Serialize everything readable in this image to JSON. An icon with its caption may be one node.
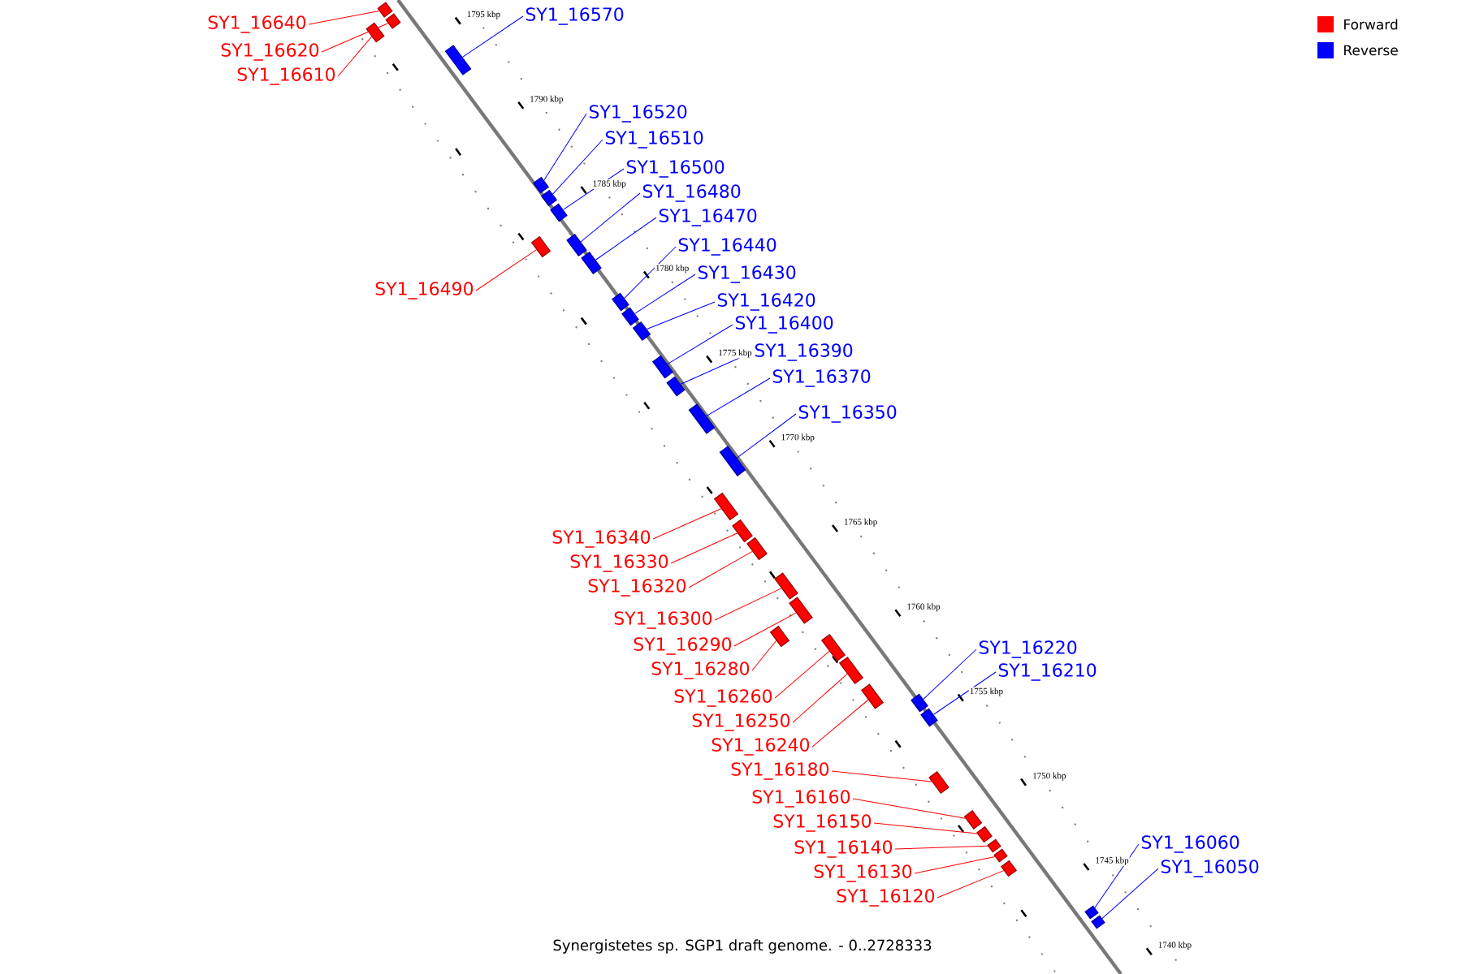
{
  "diagram": {
    "caption": "Synergistetes sp. SGP1 draft genome. - 0..2728333",
    "nodes": [
      {
        "text": [
          "SY1_16640"
        ]
      },
      {
        "text": [
          "SY1_16570"
        ]
      },
      {
        "text": [
          "SY1_16620"
        ]
      },
      {
        "text": [
          "SY1_16610"
        ]
      },
      {
        "text": [
          "SY1_16520"
        ]
      },
      {
        "text": [
          "SY1_16510"
        ]
      },
      {
        "text": [
          "SY1_16500"
        ]
      },
      {
        "text": [
          "SY1_16480"
        ]
      },
      {
        "text": [
          "SY1_16470"
        ]
      },
      {
        "text": [
          "SY1_16440"
        ]
      },
      {
        "text": [
          "SY1_16430"
        ]
      },
      {
        "text": [
          "SY1_16490"
        ]
      },
      {
        "text": [
          "SY1_16420"
        ]
      },
      {
        "text": [
          "SY1_16400"
        ]
      },
      {
        "text": [
          "SY1_16390"
        ]
      },
      {
        "text": [
          "SY1_16370"
        ]
      },
      {
        "text": [
          "SY1_16350"
        ]
      },
      {
        "text": [
          "SY1_16340"
        ]
      },
      {
        "text": [
          "SY1_16330"
        ]
      },
      {
        "text": [
          "SY1_16320"
        ]
      },
      {
        "text": [
          "SY1_16300"
        ]
      },
      {
        "text": [
          "SY1_16290"
        ]
      },
      {
        "text": [
          "SY1_16220"
        ]
      },
      {
        "text": [
          "SY1_16280"
        ]
      },
      {
        "text": [
          "SY1_16210"
        ]
      },
      {
        "text": [
          "SY1_16260"
        ]
      },
      {
        "text": [
          "SY1_16250"
        ]
      },
      {
        "text": [
          "SY1_16240"
        ]
      },
      {
        "text": [
          "SY1_16180"
        ]
      },
      {
        "text": [
          "SY1_16160"
        ]
      },
      {
        "text": [
          "SY1_16150"
        ]
      },
      {
        "text": [
          "SY1_16060"
        ]
      },
      {
        "text": [
          "SY1_16140"
        ]
      },
      {
        "text": [
          "SY1_16050"
        ]
      },
      {
        "text": [
          "SY1_16130"
        ]
      },
      {
        "text": [
          "SY1_16120"
        ]
      },
      {
        "text": [],
        "shape": "box"
      },
      {
        "text": [],
        "shape": "box"
      },
      {
        "text": [],
        "shape": "box"
      },
      {
        "text": [],
        "shape": "box"
      },
      {
        "text": [],
        "shape": "box"
      },
      {
        "text": [],
        "shape": "box"
      },
      {
        "text": [],
        "shape": "box"
      },
      {
        "text": [],
        "shape": "box"
      },
      {
        "text": [],
        "shape": "box"
      },
      {
        "text": [],
        "shape": "box"
      },
      {
        "text": [],
        "shape": "box"
      },
      {
        "text": [],
        "shape": "box"
      },
      {
        "text": [],
        "shape": "box"
      },
      {
        "text": [],
        "shape": "box"
      },
      {
        "text": [],
        "shape": "box"
      },
      {
        "text": [],
        "shape": "box"
      },
      {
        "text": [],
        "shape": "box"
      },
      {
        "text": [],
        "shape": "box"
      },
      {
        "text": [],
        "shape": "box"
      },
      {
        "text": [],
        "shape": "box"
      },
      {
        "text": [],
        "shape": "box"
      },
      {
        "text": [],
        "shape": "box"
      },
      {
        "text": [],
        "shape": "box"
      },
      {
        "text": [],
        "shape": "box"
      },
      {
        "text": [],
        "shape": "box"
      },
      {
        "text": [],
        "shape": "box"
      },
      {
        "text": [],
        "shape": "box"
      },
      {
        "text": [],
        "shape": "box"
      },
      {
        "text": [],
        "shape": "box"
      },
      {
        "text": [],
        "shape": "box"
      },
      {
        "text": [],
        "shape": "box"
      },
      {
        "text": [],
        "shape": "box"
      },
      {
        "text": [],
        "shape": "box"
      },
      {
        "text": [],
        "shape": "box"
      },
      {
        "text": [],
        "shape": "box"
      },
      {
        "text": [],
        "shape": "box"
      }
    ],
    "edges": [
      {
        "from": 0,
        "to": 36,
        "arrow": "none",
        "color": "#ff0000"
      },
      {
        "from": 1,
        "to": 37,
        "arrow": "none",
        "color": "#0000ff"
      },
      {
        "from": 2,
        "to": 38,
        "arrow": "none",
        "color": "#ff0000"
      },
      {
        "from": 3,
        "to": 39,
        "arrow": "none",
        "color": "#ff0000"
      },
      {
        "from": 4,
        "to": 40,
        "arrow": "none",
        "color": "#0000ff"
      },
      {
        "from": 5,
        "to": 41,
        "arrow": "none",
        "color": "#0000ff"
      },
      {
        "from": 6,
        "to": 42,
        "arrow": "none",
        "color": "#0000ff"
      },
      {
        "from": 7,
        "to": 43,
        "arrow": "none",
        "color": "#0000ff"
      },
      {
        "from": 8,
        "to": 44,
        "arrow": "none",
        "color": "#0000ff"
      },
      {
        "from": 9,
        "to": 45,
        "arrow": "none",
        "color": "#0000ff"
      },
      {
        "from": 10,
        "to": 46,
        "arrow": "none",
        "color": "#0000ff"
      },
      {
        "from": 11,
        "to": 47,
        "arrow": "none",
        "color": "#ff0000"
      },
      {
        "from": 12,
        "to": 48,
        "arrow": "none",
        "color": "#0000ff"
      },
      {
        "from": 13,
        "to": 49,
        "arrow": "none",
        "color": "#0000ff"
      },
      {
        "from": 14,
        "to": 50,
        "arrow": "none",
        "color": "#0000ff"
      },
      {
        "from": 15,
        "to": 51,
        "arrow": "none",
        "color": "#0000ff"
      },
      {
        "from": 16,
        "to": 52,
        "arrow": "none",
        "color": "#0000ff"
      },
      {
        "from": 17,
        "to": 53,
        "arrow": "none",
        "color": "#ff0000"
      },
      {
        "from": 18,
        "to": 54,
        "arrow": "none",
        "color": "#ff0000"
      },
      {
        "from": 19,
        "to": 55,
        "arrow": "none",
        "color": "#ff0000"
      },
      {
        "from": 20,
        "to": 56,
        "arrow": "none",
        "color": "#ff0000"
      },
      {
        "from": 21,
        "to": 57,
        "arrow": "none",
        "color": "#ff0000"
      },
      {
        "from": 22,
        "to": 58,
        "arrow": "none",
        "color": "#0000ff"
      },
      {
        "from": 23,
        "to": 59,
        "arrow": "none",
        "color": "#ff0000"
      },
      {
        "from": 24,
        "to": 60,
        "arrow": "none",
        "color": "#0000ff"
      },
      {
        "from": 25,
        "to": 61,
        "arrow": "none",
        "color": "#ff0000"
      },
      {
        "from": 26,
        "to": 62,
        "arrow": "none",
        "color": "#ff0000"
      },
      {
        "from": 27,
        "to": 63,
        "arrow": "none",
        "color": "#ff0000"
      },
      {
        "from": 28,
        "to": 64,
        "arrow": "none",
        "color": "#ff0000"
      },
      {
        "from": 29,
        "to": 65,
        "arrow": "none",
        "color": "#ff0000"
      },
      {
        "from": 30,
        "to": 66,
        "arrow": "none",
        "color": "#ff0000"
      },
      {
        "from": 31,
        "to": 67,
        "arrow": "none",
        "color": "#0000ff"
      },
      {
        "from": 32,
        "to": 68,
        "arrow": "none",
        "color": "#ff0000"
      },
      {
        "from": 33,
        "to": 69,
        "arrow": "none",
        "color": "#0000ff"
      },
      {
        "from": 34,
        "to": 70,
        "arrow": "none",
        "color": "#ff0000"
      },
      {
        "from": 35,
        "to": 71,
        "arrow": "none",
        "color": "#ff0000"
      }
    ],
    "labels": [
      "1795 kbp",
      "1790 kbp",
      "1785 kbp",
      "1780 kbp",
      "1775 kbp",
      "1770 kbp",
      "1765 kbp",
      "1760 kbp",
      "1755 kbp",
      "1750 kbp",
      "1745 kbp",
      "1740 kbp"
    ],
    "legend": [
      {
        "text": "Forward",
        "color": "#ff0000"
      },
      {
        "text": "Reverse",
        "color": "#0000ff"
      }
    ]
  }
}
